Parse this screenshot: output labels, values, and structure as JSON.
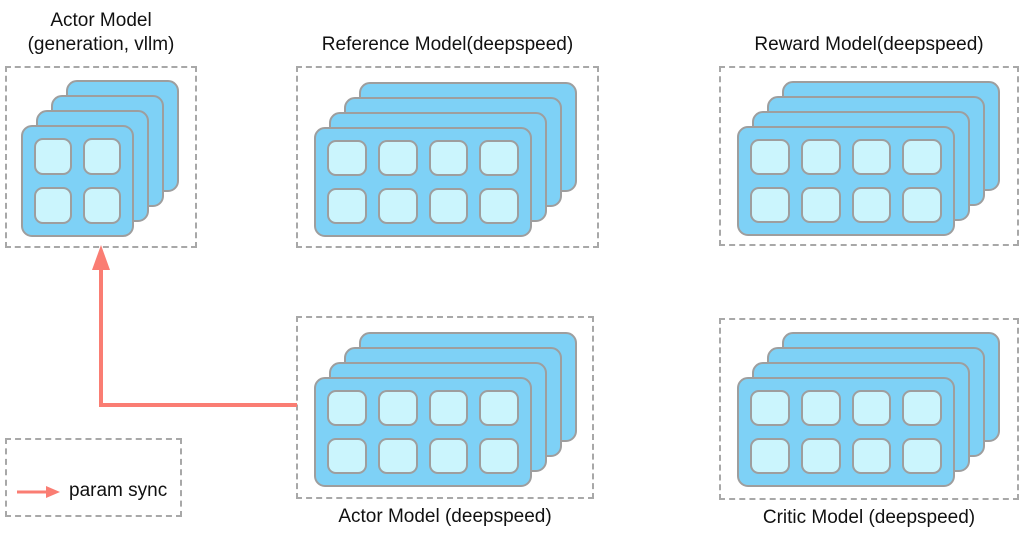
{
  "nodes": [
    {
      "id": "actor-vllm",
      "label": "Actor Model\n(generation, vllm)",
      "label_position": "top",
      "cards": 4,
      "grid_cols": 2,
      "grid_rows": 2
    },
    {
      "id": "reference-model",
      "label": "Reference Model(deepspeed)",
      "label_position": "top",
      "cards": 4,
      "grid_cols": 4,
      "grid_rows": 2
    },
    {
      "id": "reward-model",
      "label": "Reward Model(deepspeed)",
      "label_position": "top",
      "cards": 4,
      "grid_cols": 4,
      "grid_rows": 2
    },
    {
      "id": "actor-deepspeed",
      "label": "Actor Model (deepspeed)",
      "label_position": "bottom",
      "cards": 4,
      "grid_cols": 4,
      "grid_rows": 2
    },
    {
      "id": "critic-model",
      "label": "Critic Model (deepspeed)",
      "label_position": "bottom",
      "cards": 4,
      "grid_cols": 4,
      "grid_rows": 2
    }
  ],
  "edges": [
    {
      "from": "actor-deepspeed",
      "to": "actor-vllm",
      "label": "param sync"
    }
  ],
  "legend": {
    "label": "param sync"
  },
  "colors": {
    "card": "#7ed1f6",
    "cell": "#cbf5fd",
    "card_border": "#9e9e9e",
    "box_border": "#a8a8a8",
    "arrow": "#fa7d73",
    "text": "#111111"
  }
}
